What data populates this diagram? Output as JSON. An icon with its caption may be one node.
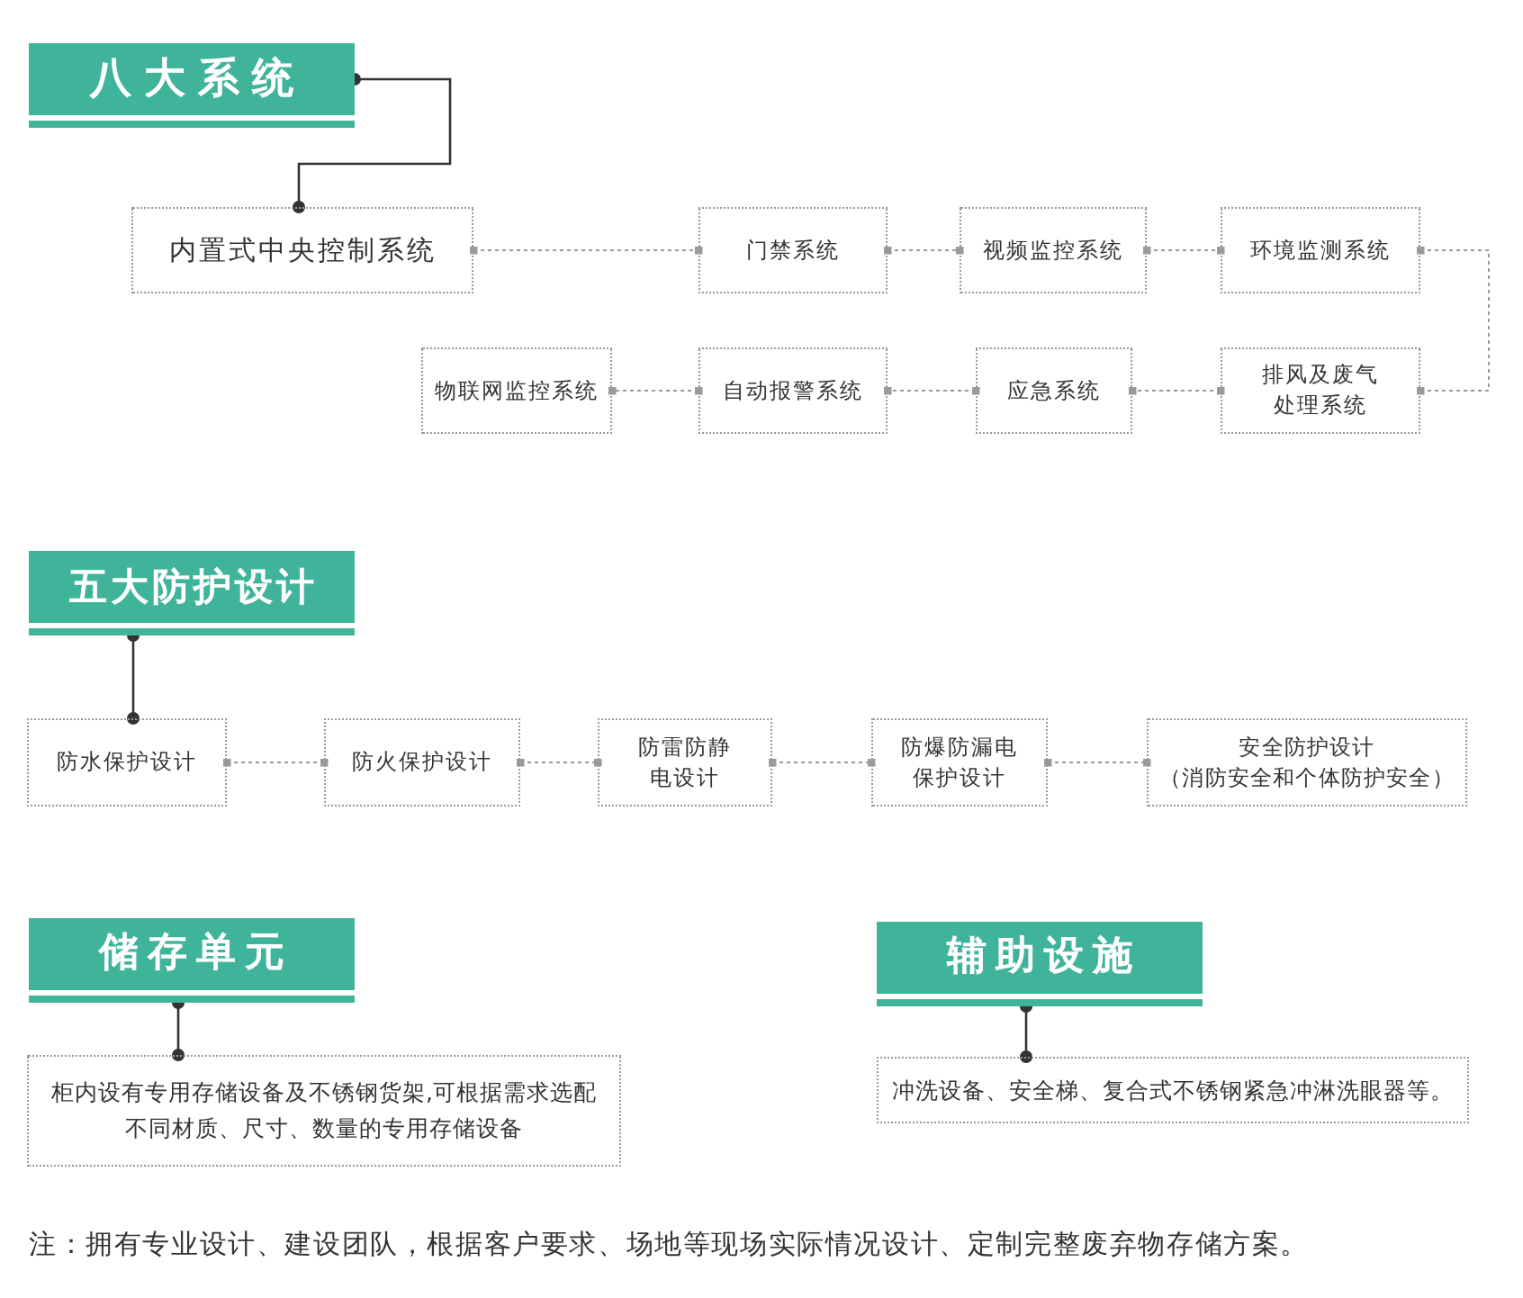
{
  "diagram": {
    "nodes": [
      {
        "text": [
          "八大系统"
        ]
      },
      {
        "text": [
          "内置式中央控制系统"
        ]
      },
      {
        "text": [
          "门禁系统"
        ]
      },
      {
        "text": [
          "视频监控系统"
        ]
      },
      {
        "text": [
          "环境监测系统"
        ]
      },
      {
        "text": [
          "物联网监控系统"
        ]
      },
      {
        "text": [
          "自动报警系统"
        ]
      },
      {
        "text": [
          "应急系统"
        ]
      },
      {
        "text": [
          "排风及废气处理系统"
        ]
      },
      {
        "text": [
          "五大防护设计"
        ]
      },
      {
        "text": [
          "防水保护设计"
        ]
      },
      {
        "text": [
          "防火保护设计"
        ]
      },
      {
        "text": [
          "防雷防静电设计"
        ]
      },
      {
        "text": [
          "防爆防漏电保护设计"
        ]
      },
      {
        "text": [
          "安全防护设计",
          "（消防安全和个体防护安全）"
        ]
      },
      {
        "text": [
          "储存单元"
        ]
      },
      {
        "text": [
          "柜内设有专用存储设备及不锈钢货架,可根据需求选配不同材质、尺寸、数量的专用存储设备"
        ]
      },
      {
        "text": [
          "辅助设施"
        ]
      },
      {
        "text": [
          "冲洗设备、安全梯、复合式不锈钢紧急冲淋洗眼器等。"
        ]
      }
    ],
    "edges": [
      {
        "from": 0,
        "to": 1,
        "arrow": "other",
        "color": "#333333"
      },
      {
        "from": 1,
        "to": 2,
        "arrow": "other",
        "style": "dashed"
      },
      {
        "from": 2,
        "to": 3,
        "arrow": "other",
        "style": "dashed"
      },
      {
        "from": 3,
        "to": 4,
        "arrow": "other",
        "style": "dashed"
      },
      {
        "from": 4,
        "to": 8,
        "arrow": "other",
        "style": "dashed"
      },
      {
        "from": 8,
        "to": 7,
        "arrow": "other",
        "style": "dashed"
      },
      {
        "from": 7,
        "to": 6,
        "arrow": "other",
        "style": "dashed"
      },
      {
        "from": 6,
        "to": 5,
        "arrow": "other",
        "style": "dashed"
      },
      {
        "from": 9,
        "to": 10,
        "arrow": "other",
        "color": "#333333"
      },
      {
        "from": 10,
        "to": 11,
        "arrow": "other",
        "style": "dashed"
      },
      {
        "from": 11,
        "to": 12,
        "arrow": "other",
        "style": "dashed"
      },
      {
        "from": 12,
        "to": 13,
        "arrow": "other",
        "style": "dashed"
      },
      {
        "from": 13,
        "to": 14,
        "arrow": "other",
        "style": "dashed"
      },
      {
        "from": 15,
        "to": 16,
        "arrow": "other",
        "color": "#333333"
      },
      {
        "from": 17,
        "to": 18,
        "arrow": "other",
        "color": "#333333"
      }
    ],
    "labels": [
      "注：拥有专业设计、建设团队，根据客户要求、场地等现场实际情况设计、定制完整废弃物存储方案。"
    ]
  }
}
